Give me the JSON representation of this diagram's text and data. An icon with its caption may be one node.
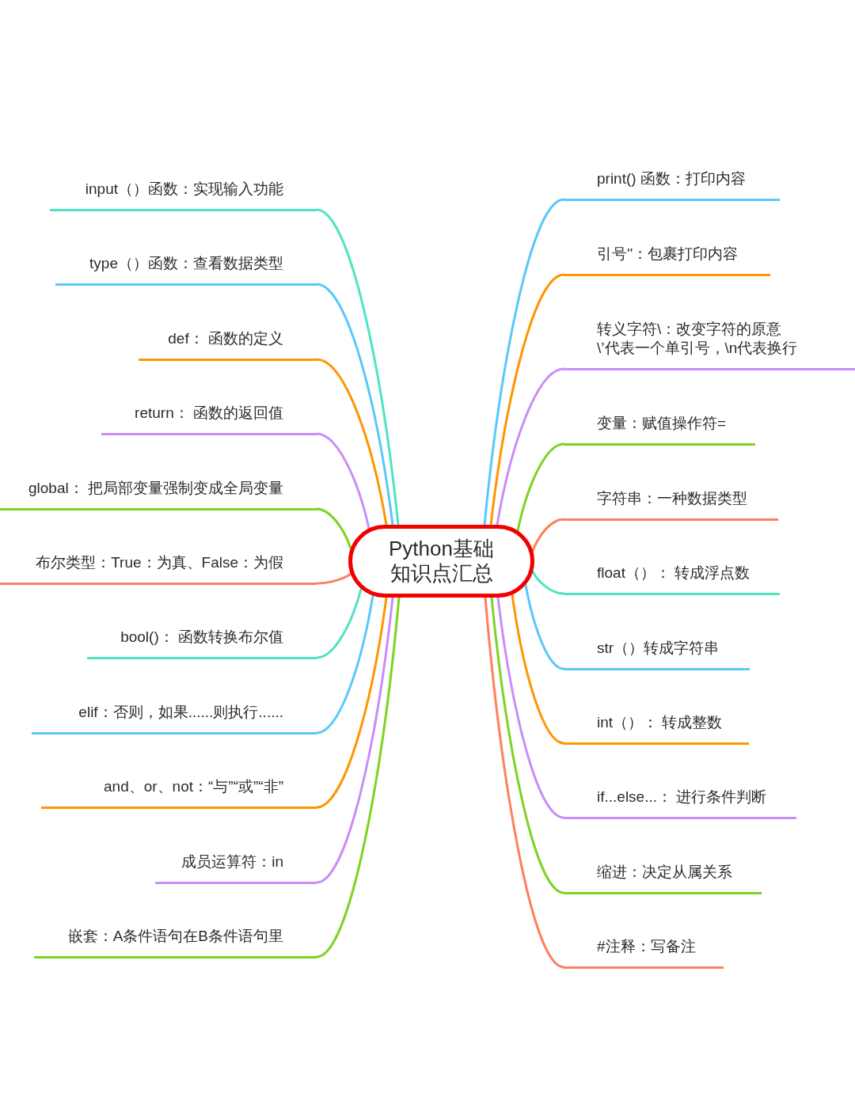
{
  "diagram": {
    "nodes": [
      {
        "text": [
          "Python基础知识点汇总"
        ]
      },
      {
        "text": [
          "input（）函数：实现输入功能"
        ]
      },
      {
        "text": [
          "type（）函数：查看数据类型"
        ]
      },
      {
        "text": [
          "def： 函数的定义"
        ]
      },
      {
        "text": [
          "return： 函数的返回值"
        ]
      },
      {
        "text": [
          "global： 把局部变量强制变成全局变量"
        ]
      },
      {
        "text": [
          "布尔类型：True：为真、False：为假"
        ]
      },
      {
        "text": [
          "bool()： 函数转换布尔值"
        ]
      },
      {
        "text": [
          "elif：否则，如果......则执行......"
        ]
      },
      {
        "text": [
          "and、or、not：“与”“或”“非”"
        ]
      },
      {
        "text": [
          "成员运算符：in"
        ]
      },
      {
        "text": [
          "嵌套：A条件语句在B条件语句里"
        ]
      },
      {
        "text": [
          "print() 函数：打印内容"
        ]
      },
      {
        "text": [
          "引号''：包裹打印内容"
        ]
      },
      {
        "text": [
          "转义字符\\：改变字符的原意\\’代表一个单引号，\\n代表换行"
        ]
      },
      {
        "text": [
          "变量：赋值操作符="
        ]
      },
      {
        "text": [
          "字符串：一种数据类型"
        ]
      },
      {
        "text": [
          "float（）： 转成浮点数"
        ]
      },
      {
        "text": [
          "str（）转成字符串"
        ]
      },
      {
        "text": [
          "int（）： 转成整数"
        ]
      },
      {
        "text": [
          "if...else...： 进行条件判断"
        ]
      },
      {
        "text": [
          "缩进：决定从属关系"
        ]
      },
      {
        "text": [
          "#注释：写备注"
        ]
      }
    ],
    "edges": [
      {
        "from": 0,
        "to": 1,
        "arrow": "none",
        "color": "#50e3c2"
      },
      {
        "from": 0,
        "to": 2,
        "arrow": "none",
        "color": "#5ac8fa"
      },
      {
        "from": 0,
        "to": 3,
        "arrow": "none",
        "color": "#ff9500"
      },
      {
        "from": 0,
        "to": 4,
        "arrow": "none",
        "color": "#c98df7"
      },
      {
        "from": 0,
        "to": 5,
        "arrow": "none",
        "color": "#7ed321"
      },
      {
        "from": 0,
        "to": 6,
        "arrow": "none",
        "color": "#ff7f5e"
      },
      {
        "from": 0,
        "to": 7,
        "arrow": "none",
        "color": "#50e3c2"
      },
      {
        "from": 0,
        "to": 8,
        "arrow": "none",
        "color": "#5ac8fa"
      },
      {
        "from": 0,
        "to": 9,
        "arrow": "none",
        "color": "#ff9500"
      },
      {
        "from": 0,
        "to": 10,
        "arrow": "none",
        "color": "#c98df7"
      },
      {
        "from": 0,
        "to": 11,
        "arrow": "none",
        "color": "#7ed321"
      },
      {
        "from": 0,
        "to": 12,
        "arrow": "none",
        "color": "#5ac8fa"
      },
      {
        "from": 0,
        "to": 13,
        "arrow": "none",
        "color": "#ff9500"
      },
      {
        "from": 0,
        "to": 14,
        "arrow": "none",
        "color": "#c98df7"
      },
      {
        "from": 0,
        "to": 15,
        "arrow": "none",
        "color": "#7ed321"
      },
      {
        "from": 0,
        "to": 16,
        "arrow": "none",
        "color": "#ff7f5e"
      },
      {
        "from": 0,
        "to": 17,
        "arrow": "none",
        "color": "#50e3c2"
      },
      {
        "from": 0,
        "to": 18,
        "arrow": "none",
        "color": "#5ac8fa"
      },
      {
        "from": 0,
        "to": 19,
        "arrow": "none",
        "color": "#ff9500"
      },
      {
        "from": 0,
        "to": 20,
        "arrow": "none",
        "color": "#c98df7"
      },
      {
        "from": 0,
        "to": 21,
        "arrow": "none",
        "color": "#7ed321"
      },
      {
        "from": 0,
        "to": 22,
        "arrow": "none",
        "color": "#ff7f5e"
      }
    ]
  }
}
